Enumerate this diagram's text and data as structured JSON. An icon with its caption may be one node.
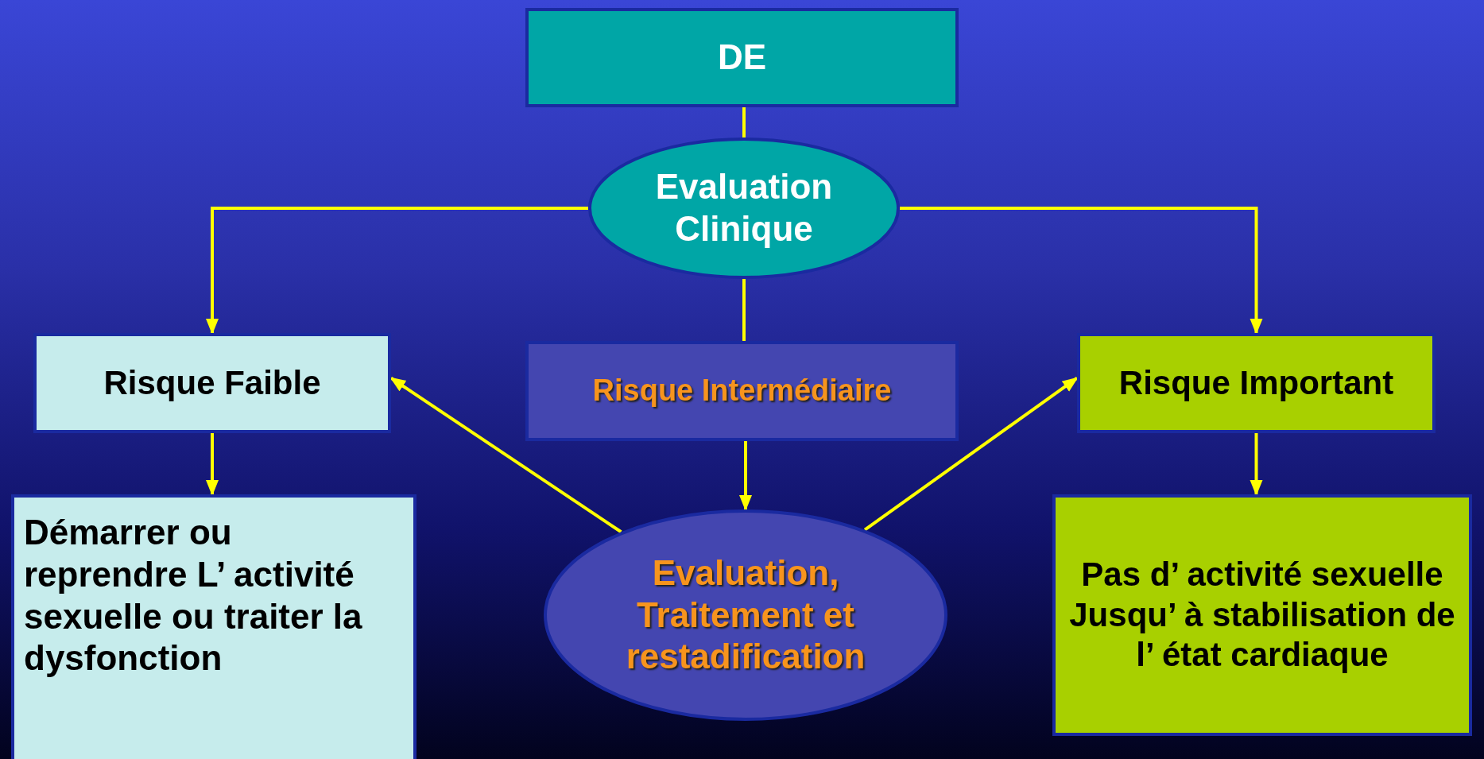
{
  "diagram": {
    "nodes": [
      {
        "text": [
          "DE"
        ]
      },
      {
        "text": [
          "Evaluation Clinique"
        ]
      },
      {
        "text": [
          "Risque Faible"
        ]
      },
      {
        "text": [
          "Risque Intermédiaire"
        ]
      },
      {
        "text": [
          "Risque Important"
        ]
      },
      {
        "text": [
          "Démarrer ou reprendre L’ activité sexuelle ou traiter la dysfonction"
        ]
      },
      {
        "text": [
          "Evaluation, Traitement et restadification"
        ]
      },
      {
        "text": [
          "Pas d’ activité sexuelle Jusqu’ à stabilisation de l’ état cardiaque"
        ]
      }
    ],
    "edges": [
      {
        "from": 0,
        "to": 1,
        "arrow": "none"
      },
      {
        "from": 1,
        "to": 2,
        "arrow": "to"
      },
      {
        "from": 1,
        "to": 4,
        "arrow": "to"
      },
      {
        "from": 1,
        "to": 3,
        "arrow": "none"
      },
      {
        "from": 2,
        "to": 5,
        "arrow": "to"
      },
      {
        "from": 3,
        "to": 6,
        "arrow": "to"
      },
      {
        "from": 4,
        "to": 7,
        "arrow": "to"
      },
      {
        "from": 6,
        "to": 2,
        "arrow": "to"
      },
      {
        "from": 6,
        "to": 4,
        "arrow": "to"
      }
    ]
  }
}
